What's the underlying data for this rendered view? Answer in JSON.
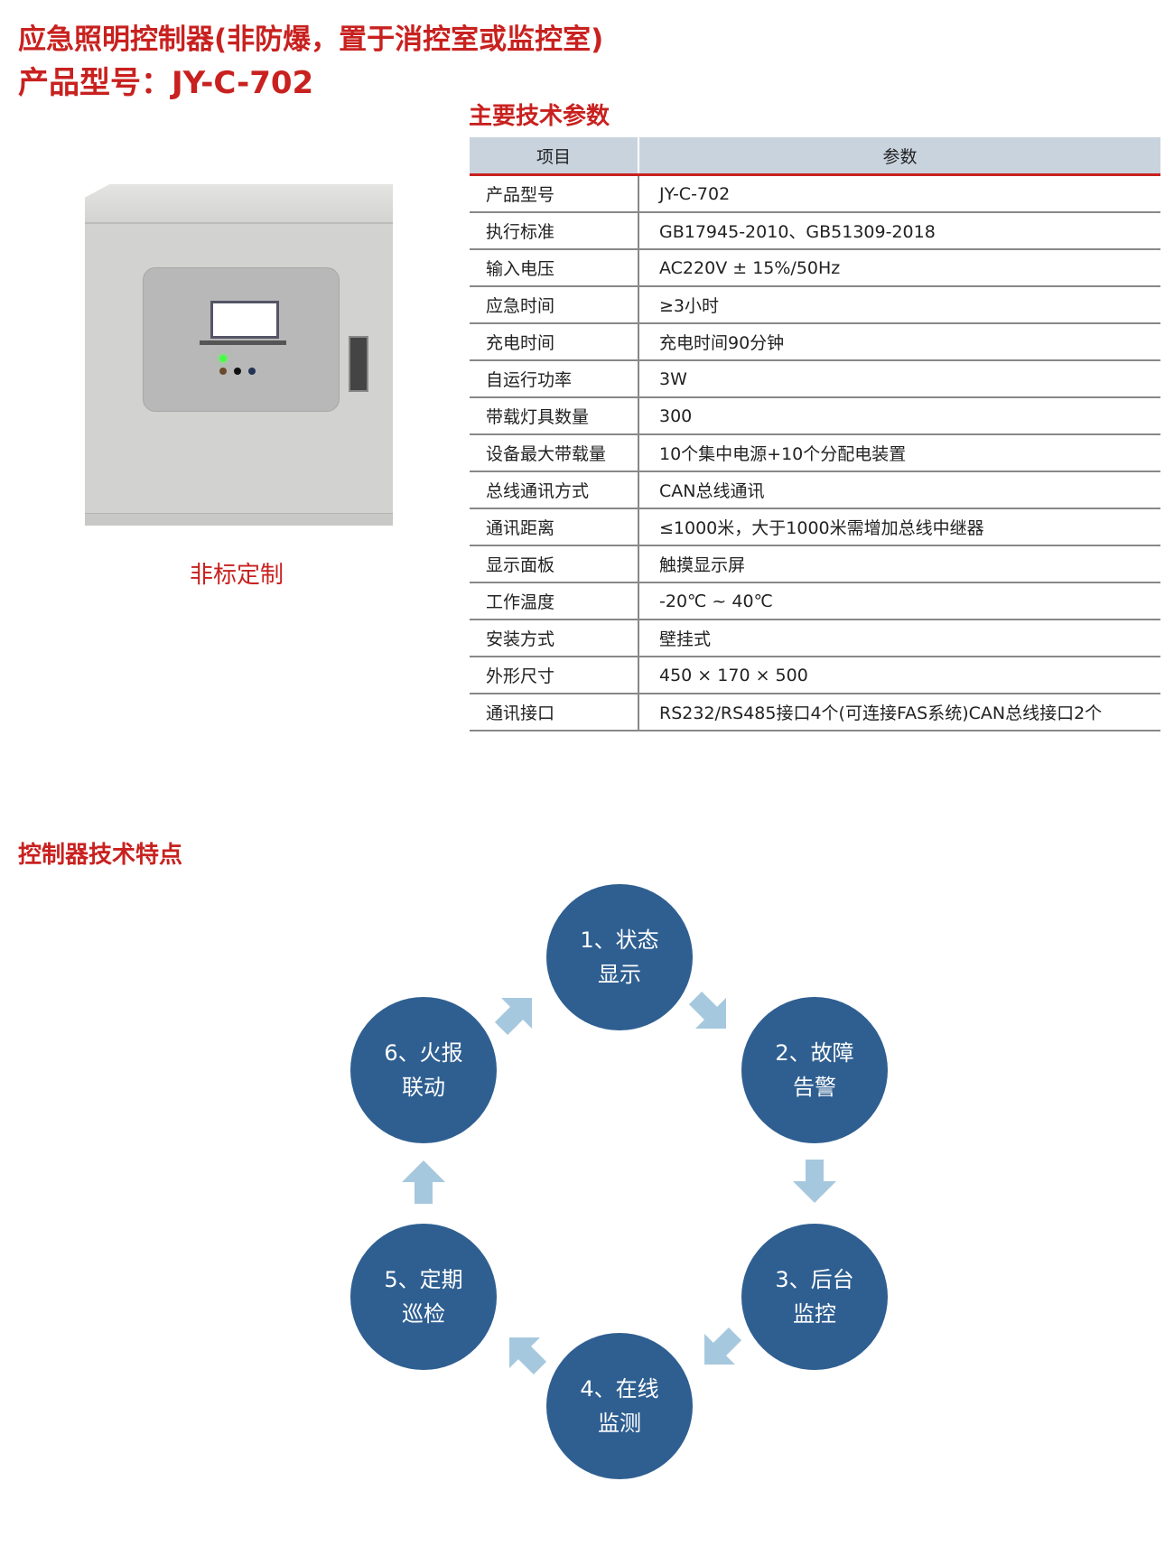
{
  "header": {
    "title": "应急照明控制器(非防爆，置于消控室或监控室)",
    "model_line": "产品型号：JY-C-702"
  },
  "product": {
    "custom_label": "非标定制"
  },
  "specs": {
    "title": "主要技术参数",
    "columns": [
      "项目",
      "参数"
    ],
    "rows": [
      [
        "产品型号",
        "JY-C-702"
      ],
      [
        "执行标准",
        "GB17945-2010、GB51309-2018"
      ],
      [
        "输入电压",
        "AC220V ± 15%/50Hz"
      ],
      [
        "应急时间",
        "≥3小时"
      ],
      [
        "充电时间",
        "充电时间90分钟"
      ],
      [
        "自运行功率",
        "3W"
      ],
      [
        "带载灯具数量",
        "300"
      ],
      [
        "设备最大带载量",
        "10个集中电源+10个分配电装置"
      ],
      [
        "总线通讯方式",
        "CAN总线通讯"
      ],
      [
        "通讯距离",
        "≤1000米，大于1000米需增加总线中继器"
      ],
      [
        "显示面板",
        "触摸显示屏"
      ],
      [
        "工作温度",
        "-20℃ ~ 40℃"
      ],
      [
        "安装方式",
        "壁挂式"
      ],
      [
        "外形尺寸",
        "450 × 170 × 500"
      ],
      [
        "通讯接口",
        "RS232/RS485接口4个(可连接FAS系统)CAN总线接口2个"
      ]
    ]
  },
  "features": {
    "title": "控制器技术特点",
    "items": [
      {
        "line1": "1、状态",
        "line2": "显示"
      },
      {
        "line1": "2、故障",
        "line2": "告警"
      },
      {
        "line1": "3、后台",
        "line2": "监控"
      },
      {
        "line1": "4、在线",
        "line2": "监测"
      },
      {
        "line1": "5、定期",
        "line2": "巡检"
      },
      {
        "line1": "6、火报",
        "line2": "联动"
      }
    ]
  },
  "colors": {
    "accent": "#c8211f",
    "circle": "#2f5f91",
    "arrow": "#a6c8de",
    "table_header": "#c9d3de"
  }
}
